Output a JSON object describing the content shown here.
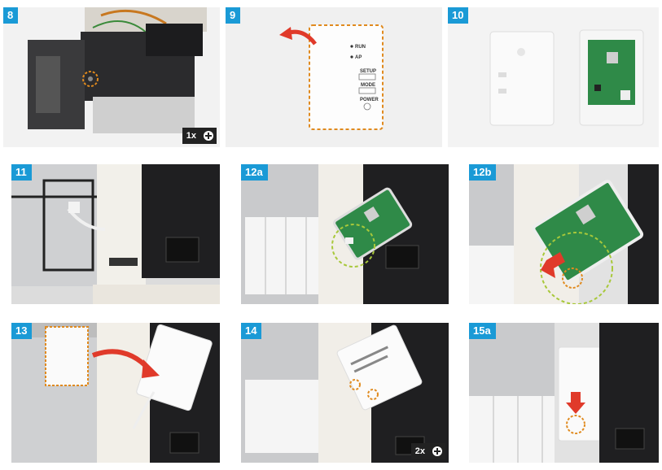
{
  "panels": [
    {
      "id": "p8",
      "step": "8",
      "qty": "1x"
    },
    {
      "id": "p9",
      "step": "9",
      "leds": [
        "RUN",
        "AP"
      ],
      "buttons": [
        "SETUP",
        "MODE",
        "POWER"
      ]
    },
    {
      "id": "p10",
      "step": "10"
    },
    {
      "id": "p11",
      "step": "11"
    },
    {
      "id": "p12a",
      "step": "12a"
    },
    {
      "id": "p12b",
      "step": "12b"
    },
    {
      "id": "p13",
      "step": "13"
    },
    {
      "id": "p14",
      "step": "14",
      "qty": "2x"
    },
    {
      "id": "p15a",
      "step": "15a"
    }
  ],
  "colors": {
    "label_bg": "#1a9ad6",
    "highlight_orange": "#e08a1e",
    "highlight_green": "#a8c83a",
    "arrow_red": "#e03a2a",
    "badge_bg": "#222222"
  },
  "icons": {
    "quantity": "screw-icon"
  }
}
